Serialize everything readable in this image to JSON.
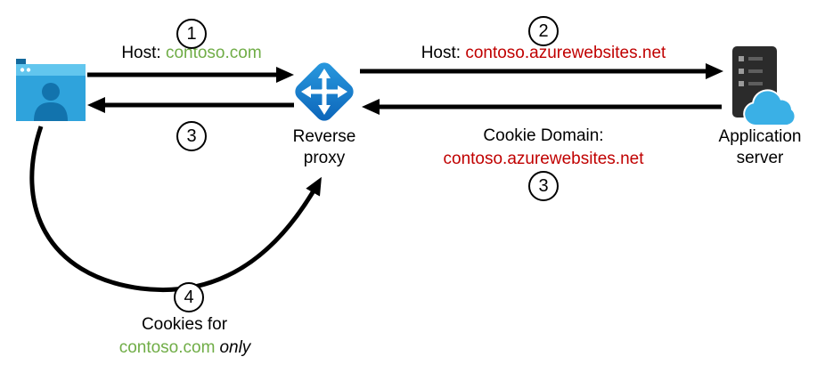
{
  "nodes": {
    "client": {
      "icon": "browser-user-icon"
    },
    "proxy": {
      "label": "Reverse proxy",
      "icon": "reverse-proxy-icon"
    },
    "server": {
      "label": "Application server",
      "icon": "application-server-icon"
    }
  },
  "steps": {
    "s1": {
      "num": "1",
      "prefix": "Host: ",
      "value": "contoso.com"
    },
    "s2": {
      "num": "2",
      "prefix": "Host: ",
      "value": "contoso.azurewebsites.net"
    },
    "s3r": {
      "num": "3",
      "line1": "Cookie Domain:",
      "value": "contoso.azurewebsites.net"
    },
    "s3l": {
      "num": "3"
    },
    "s4": {
      "num": "4",
      "line1": "Cookies for",
      "value": "contoso.com",
      "suffix": "only"
    }
  },
  "colors": {
    "green": "#70AD47",
    "red": "#C00000",
    "arrow_black": "#000000",
    "azure_blue": "#0F7FD2",
    "browser_blue": "#2FA3DC",
    "browser_header_blue": "#62C6EE",
    "person_blue": "#1273AD",
    "cloud_blue": "#3AB0E6",
    "server_dark": "#2B2B2B"
  }
}
